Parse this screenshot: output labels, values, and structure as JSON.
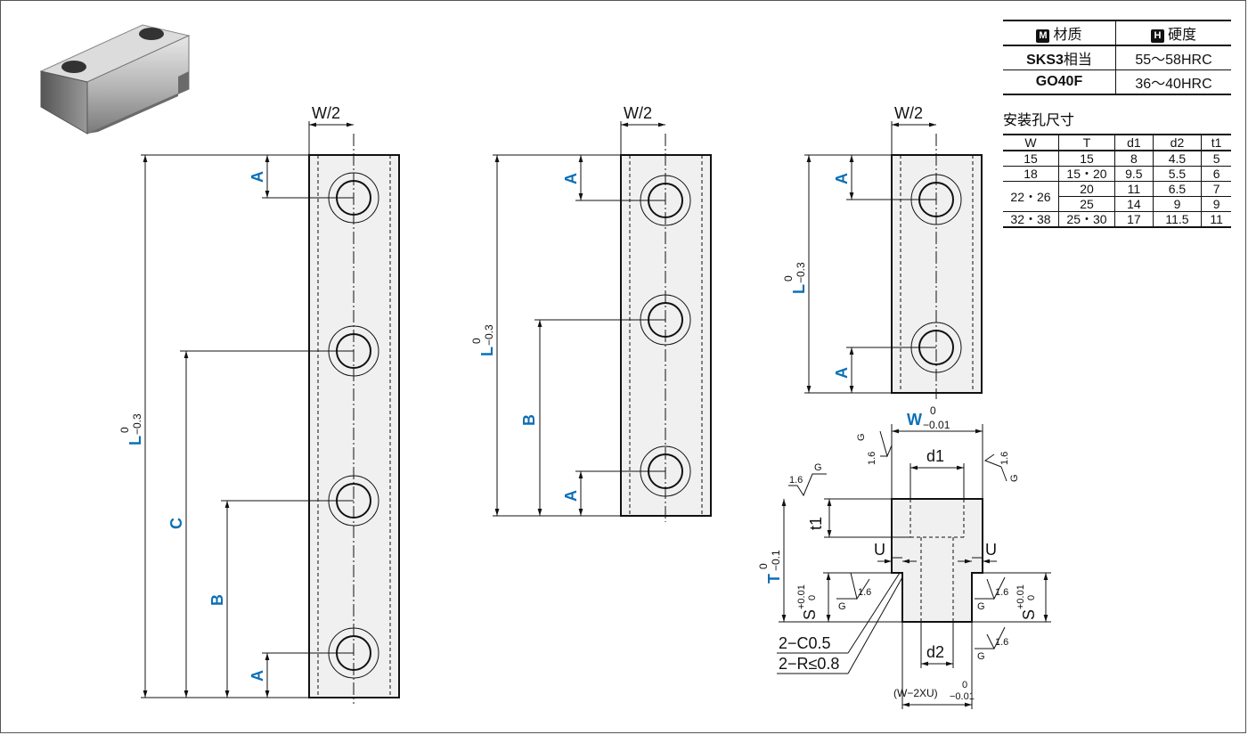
{
  "material_table": {
    "header_material": "材质",
    "header_hardness": "硬度",
    "badge_m": "M",
    "badge_h": "H",
    "rows": [
      {
        "material": "SKS3",
        "suffix": "相当",
        "hardness": "55〜58HRC"
      },
      {
        "material": "GO40F",
        "suffix": "",
        "hardness": "36〜40HRC"
      }
    ]
  },
  "hole_table": {
    "title": "安装孔尺寸",
    "headers": [
      "W",
      "T",
      "d1",
      "d2",
      "t1"
    ],
    "rows": [
      [
        "15",
        "15",
        "8",
        "4.5",
        "5"
      ],
      [
        "18",
        "15・20",
        "9.5",
        "5.5",
        "6"
      ],
      [
        "22・26",
        "20",
        "11",
        "6.5",
        "7"
      ],
      [
        "",
        "25",
        "14",
        "9",
        "9"
      ],
      [
        "32・38",
        "25・30",
        "17",
        "11.5",
        "11"
      ]
    ]
  },
  "view1": {
    "w_half": "W/2",
    "length": "L",
    "tol_up": "0",
    "tol_down": "−0.3",
    "a_top": "A",
    "a_bot": "A",
    "b": "B",
    "c": "C"
  },
  "view2": {
    "w_half": "W/2",
    "length": "L",
    "tol_up": "0",
    "tol_down": "−0.3",
    "a_top": "A",
    "a_bot": "A",
    "b": "B"
  },
  "view3": {
    "w_half": "W/2",
    "length": "L",
    "tol_up": "0",
    "tol_down": "−0.3",
    "a_top": "A",
    "a_bot": "A"
  },
  "section": {
    "width": "W",
    "width_tol_up": "0",
    "width_tol_down": "−0.01",
    "d1": "d1",
    "d2": "d2",
    "t1": "t1",
    "u_left": "U",
    "u_right": "U",
    "height": "T",
    "height_tol_up": "0",
    "height_tol_down": "−0.1",
    "step_left": "S",
    "step_left_tol_up": "+0.01",
    "step_left_tol_down": "0",
    "step_right": "S",
    "step_right_tol_up": "+0.01",
    "step_right_tol_down": "0",
    "chamfer": "2−C0.5",
    "radius": "2−R≤0.8",
    "bottom_width": "(W−2XU)",
    "bottom_tol_up": "0",
    "bottom_tol_down": "−0.01",
    "roughness": "1.6",
    "surface_letter": "G"
  },
  "colors": {
    "dimension_letter": "#0b6fb6",
    "body_fill": "#f0f0f0"
  }
}
